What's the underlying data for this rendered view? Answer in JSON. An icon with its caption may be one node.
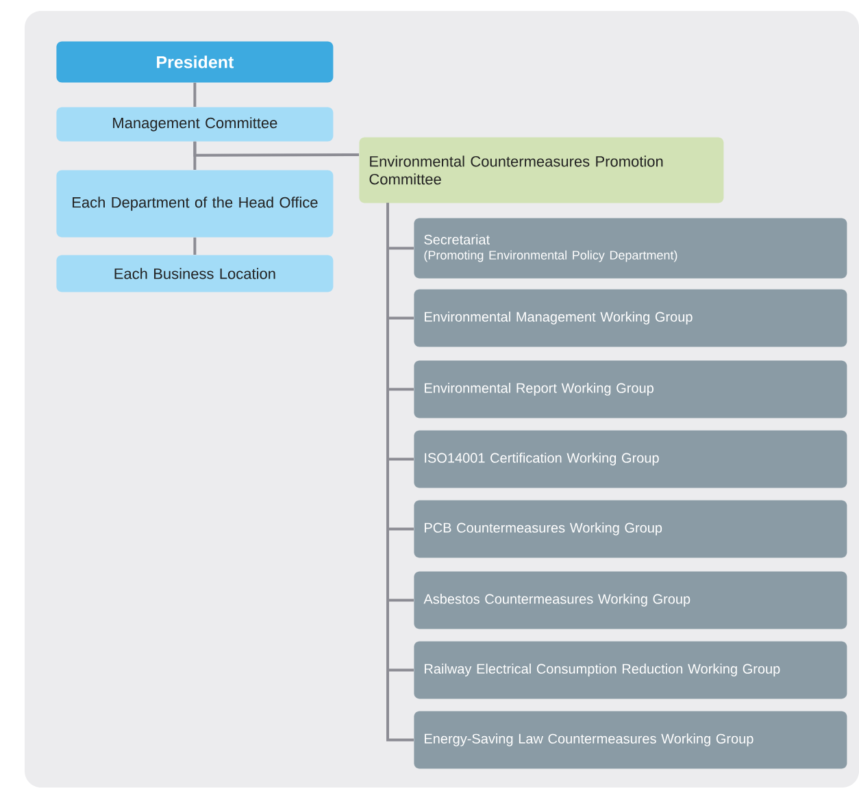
{
  "diagram": {
    "nodes": [
      {
        "text": [
          "President"
        ]
      },
      {
        "text": [
          "Management Committee"
        ]
      },
      {
        "text": [
          "Each Department of the Head Office"
        ]
      },
      {
        "text": [
          "Each Business Location"
        ]
      },
      {
        "text": [
          "Environmental Countermeasures Promotion Committee"
        ]
      },
      {
        "text": [
          "Secretariat",
          "(Promoting Environmental Policy Department)"
        ]
      },
      {
        "text": [
          "Environmental Management Working Group"
        ]
      },
      {
        "text": [
          "Environmental Report Working Group"
        ]
      },
      {
        "text": [
          "ISO14001 Certification Working Group"
        ]
      },
      {
        "text": [
          "PCB Countermeasures Working Group"
        ]
      },
      {
        "text": [
          "Asbestos Countermeasures Working Group"
        ]
      },
      {
        "text": [
          "Railway Electrical Consumption Reduction Working Group"
        ]
      },
      {
        "text": [
          "Energy-Saving Law Countermeasures Working Group"
        ]
      }
    ],
    "edges": [
      {
        "from": 0,
        "to": 1,
        "arrow": "none"
      },
      {
        "from": 1,
        "to": 2,
        "arrow": "none"
      },
      {
        "from": 2,
        "to": 3,
        "arrow": "none"
      },
      {
        "from": 1,
        "to": 4,
        "arrow": "none"
      },
      {
        "from": 4,
        "to": 5,
        "arrow": "none"
      },
      {
        "from": 4,
        "to": 6,
        "arrow": "none"
      },
      {
        "from": 4,
        "to": 7,
        "arrow": "none"
      },
      {
        "from": 4,
        "to": 8,
        "arrow": "none"
      },
      {
        "from": 4,
        "to": 9,
        "arrow": "none"
      },
      {
        "from": 4,
        "to": 10,
        "arrow": "none"
      },
      {
        "from": 4,
        "to": 11,
        "arrow": "none"
      },
      {
        "from": 4,
        "to": 12,
        "arrow": "none"
      }
    ]
  }
}
